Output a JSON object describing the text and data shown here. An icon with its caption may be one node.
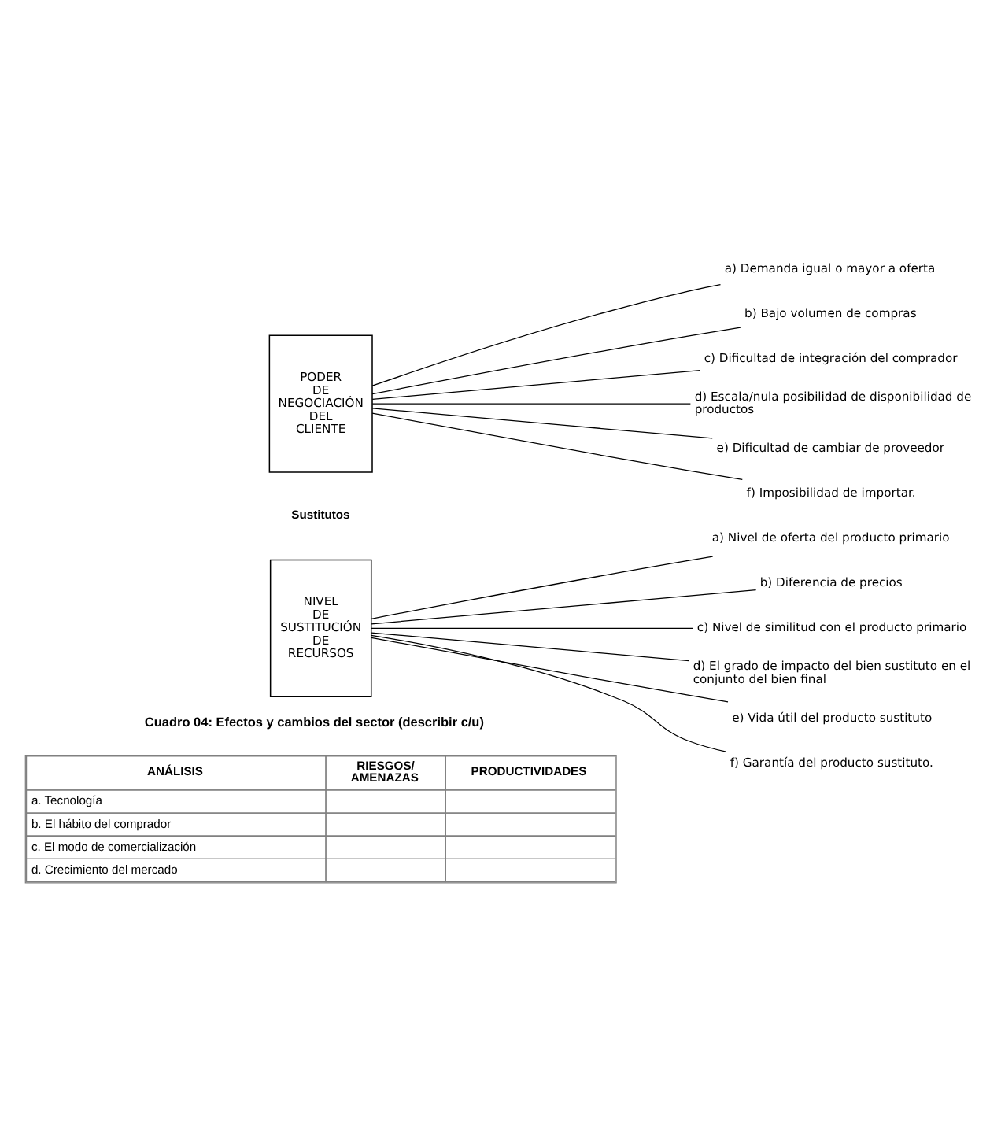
{
  "diagram": {
    "nodes": [
      {
        "text": [
          "PODER DE NEGOCIACIÓN DEL CLIENTE"
        ]
      },
      {
        "text": [
          "a) Demanda igual o mayor a oferta"
        ]
      },
      {
        "text": [
          "b) Bajo volumen de compras"
        ]
      },
      {
        "text": [
          "c) Dificultad de integración del comprador"
        ]
      },
      {
        "text": [
          "d) Escala/nula posibilidad de disponibilidad de productos"
        ]
      },
      {
        "text": [
          "e) Dificultad de cambiar de proveedor"
        ]
      },
      {
        "text": [
          "f) Imposibilidad de importar."
        ]
      },
      {
        "text": [
          "NIVEL DE SUSTITUCIÓN DE RECURSOS"
        ]
      },
      {
        "text": [
          "a) Nivel de oferta del producto primario"
        ]
      },
      {
        "text": [
          "b) Diferencia de precios"
        ]
      },
      {
        "text": [
          "c) Nivel de similitud con el producto primario"
        ]
      },
      {
        "text": [
          "d) El grado de impacto del bien sustituto en el conjunto del bien final"
        ]
      },
      {
        "text": [
          "e) Vida útil del producto sustituto"
        ]
      },
      {
        "text": [
          "f) Garantía del producto sustituto."
        ]
      }
    ],
    "edges": [
      {
        "from": 0,
        "to": 1,
        "arrow": "none"
      },
      {
        "from": 0,
        "to": 2,
        "arrow": "none"
      },
      {
        "from": 0,
        "to": 3,
        "arrow": "none"
      },
      {
        "from": 0,
        "to": 4,
        "arrow": "none"
      },
      {
        "from": 0,
        "to": 5,
        "arrow": "none"
      },
      {
        "from": 0,
        "to": 6,
        "arrow": "none"
      },
      {
        "from": 7,
        "to": 8,
        "arrow": "none"
      },
      {
        "from": 7,
        "to": 9,
        "arrow": "none"
      },
      {
        "from": 7,
        "to": 10,
        "arrow": "none"
      },
      {
        "from": 7,
        "to": 11,
        "arrow": "none"
      },
      {
        "from": 7,
        "to": 12,
        "arrow": "none"
      },
      {
        "from": 7,
        "to": 13,
        "arrow": "none"
      }
    ],
    "labels": [
      "Sustitutos",
      "Cuadro 04: Efectos y cambios del sector (describir c/u)",
      "ANÁLISIS",
      "RIESGOS/ AMENAZAS",
      "PRODUCTIVIDADES",
      "a. Tecnología",
      "b. El hábito del comprador",
      "c. El modo de comercialización",
      "d. Crecimiento del mercado"
    ]
  }
}
